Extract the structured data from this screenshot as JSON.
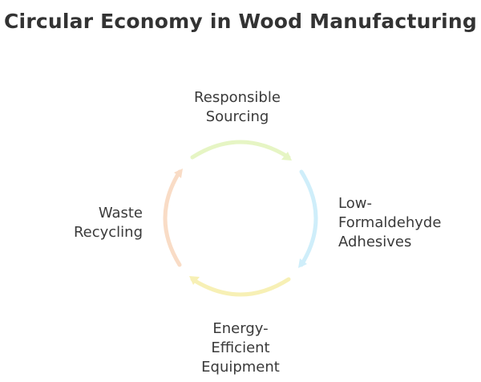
{
  "title": "Circular Economy in Wood Manufacturing",
  "nodes": [
    {
      "lines": [
        "Responsible",
        "Sourcing"
      ],
      "color": "#e6f5c4"
    },
    {
      "lines": [
        "Low-",
        "Formaldehyde",
        "Adhesives"
      ],
      "color": "#cfeefa"
    },
    {
      "lines": [
        "Energy-",
        "Efficient",
        "Equipment"
      ],
      "color": "#f7f0b5"
    },
    {
      "lines": [
        "Waste",
        "Recycling"
      ],
      "color": "#f9dcc6"
    }
  ]
}
